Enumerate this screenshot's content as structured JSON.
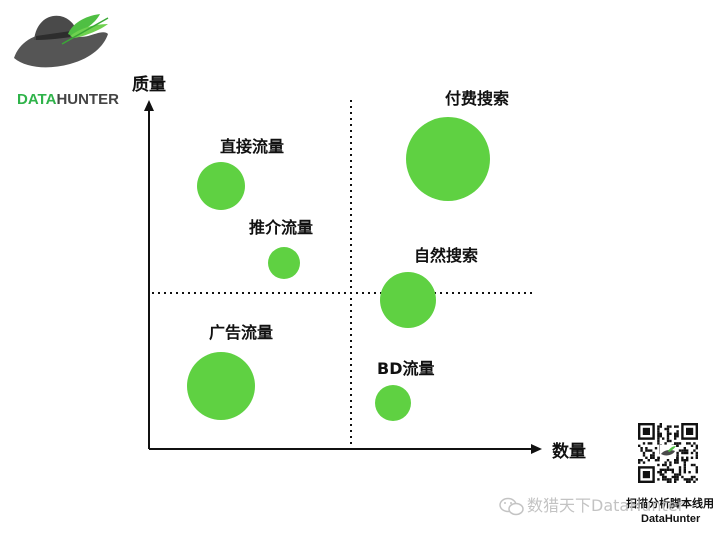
{
  "logo": {
    "brand_part1": "DATA",
    "brand_part2": "HUNTER",
    "brand_color_1": "#2fb34a",
    "brand_color_2": "#444444"
  },
  "axes": {
    "y_label": "质量",
    "x_label": "数量"
  },
  "bubbles": [
    {
      "label": "直接流量",
      "color": "#5fd142"
    },
    {
      "label": "推介流量",
      "color": "#5fd142"
    },
    {
      "label": "广告流量",
      "color": "#5fd142"
    },
    {
      "label": "付费搜索",
      "color": "#5fd142"
    },
    {
      "label": "自然搜索",
      "color": "#5fd142"
    },
    {
      "label": "BD流量",
      "color": "#5fd142"
    }
  ],
  "qr": {
    "caption_line1": "扫描分析脚本线用",
    "caption_line2": "DataHunter"
  },
  "watermark": {
    "text": "数猎天下DataHunter"
  }
}
